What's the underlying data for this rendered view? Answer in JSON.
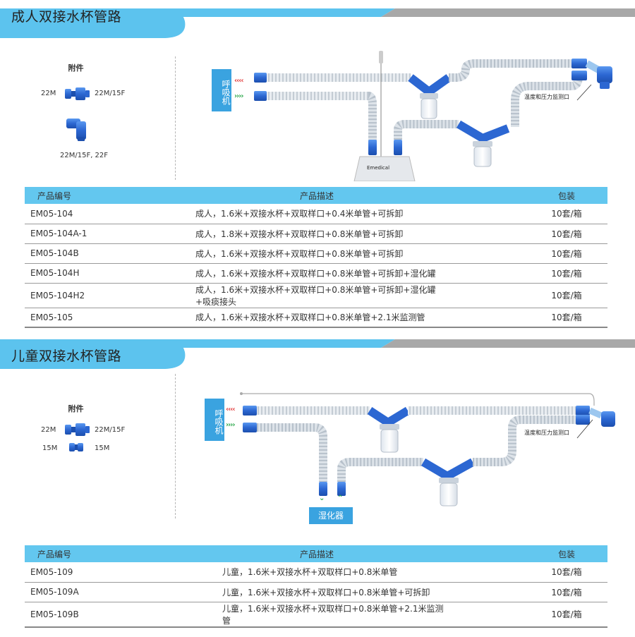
{
  "sections": [
    {
      "title": "成人双接水杯管路",
      "accessory": {
        "title": "附件",
        "items": [
          {
            "left": "22M",
            "right": "22M/15F"
          },
          {
            "bottom": "22M/15F, 22F"
          }
        ]
      },
      "diagram": {
        "ventilator": "呼吸机",
        "monitor_label": "温度和压力监测口",
        "brand": "Emedical"
      },
      "table": {
        "headers": [
          "产品编号",
          "产品描述",
          "包装"
        ],
        "rows": [
          [
            "EM05-104",
            "成人，1.6米+双接水杯+双取样口+0.4米单管+可拆卸",
            "10套/箱"
          ],
          [
            "EM05-104A-1",
            "成人，1.8米+双接水杯+双取样口+0.8米单管+可拆卸",
            "10套/箱"
          ],
          [
            "EM05-104B",
            "成人，1.6米+双接水杯+双取样口+0.8米单管+可拆卸",
            "10套/箱"
          ],
          [
            "EM05-104H",
            "成人，1.6米+双接水杯+双取样口+0.8米单管+可拆卸+湿化罐",
            "10套/箱"
          ],
          [
            "EM05-104H2",
            "成人，1.6米+双接水杯+双取样口+0.8米单管+可拆卸+湿化罐+吸痰接头",
            "10套/箱"
          ],
          [
            "EM05-105",
            "成人，1.6米+双接水杯+双取样口+0.8米单管+2.1米监测管",
            "10套/箱"
          ]
        ]
      }
    },
    {
      "title": "儿童双接水杯管路",
      "accessory": {
        "title": "附件",
        "items": [
          {
            "left": "22M",
            "right": "22M/15F"
          },
          {
            "left": "15M",
            "right": "15M"
          }
        ]
      },
      "diagram": {
        "ventilator": "呼吸机",
        "monitor_label": "温度和压力监测口",
        "humidifier": "湿化器"
      },
      "table": {
        "headers": [
          "产品编号",
          "产品描述",
          "包装"
        ],
        "rows": [
          [
            "EM05-109",
            "儿童，1.6米+双接水杯+双取样口+0.8米单管",
            "10套/箱"
          ],
          [
            "EM05-109A",
            "儿童，1.6米+双接水杯+双取样口+0.8米单管+可拆卸",
            "10套/箱"
          ],
          [
            "EM05-109B",
            "儿童，1.6米+双接水杯+双取样口+0.8米单管+2.1米监测管",
            "10套/箱"
          ]
        ]
      }
    }
  ],
  "colors": {
    "accent": "#3aa3e0",
    "banner_light": "#5cc3ee",
    "banner_gray": "#a8a8a8",
    "table_header": "#63c7ef",
    "connector": "#2f6fd6"
  }
}
